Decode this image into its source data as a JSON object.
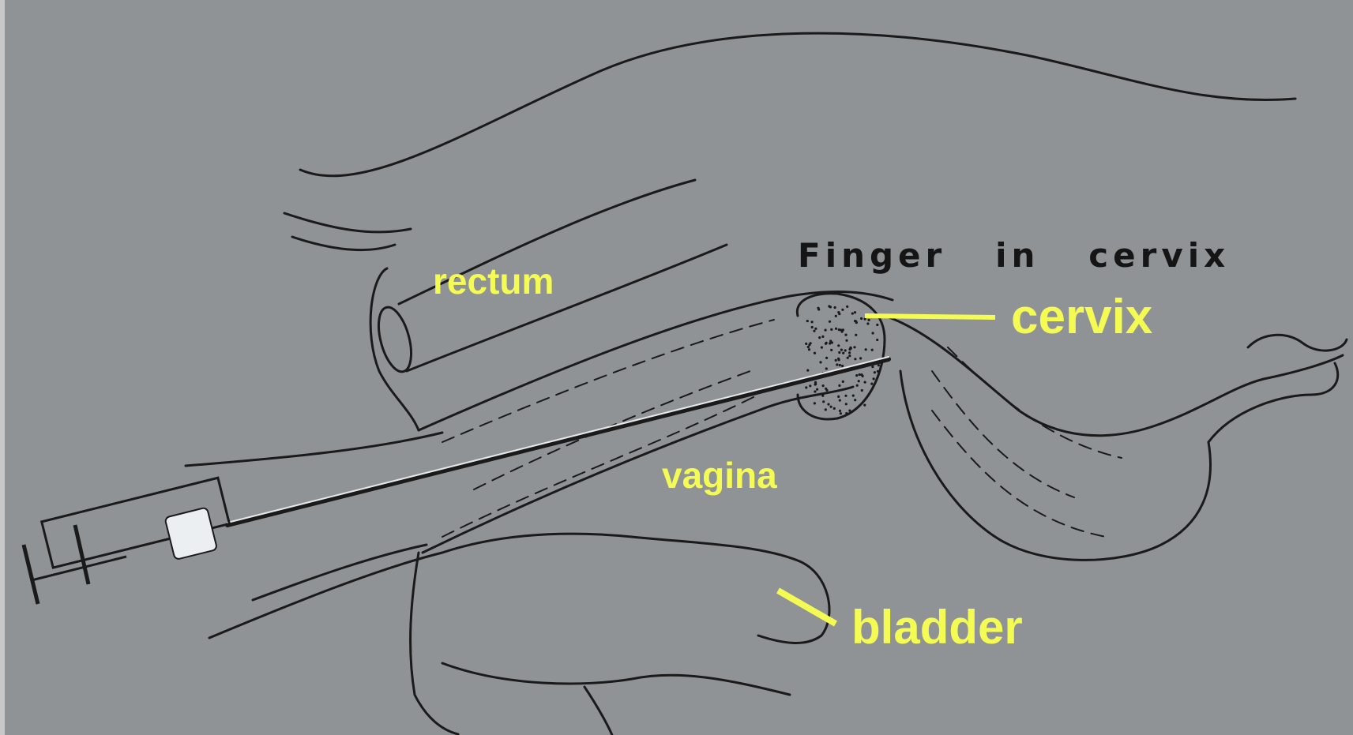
{
  "diagram": {
    "heading": "Finger   in   cervix",
    "labels": {
      "rectum": "rectum",
      "cervix": "cervix",
      "vagina": "vagina",
      "bladder": "bladder"
    },
    "colors": {
      "background": "#8f9396",
      "label": "#f4fb52",
      "ink": "#1a1a1a"
    }
  }
}
